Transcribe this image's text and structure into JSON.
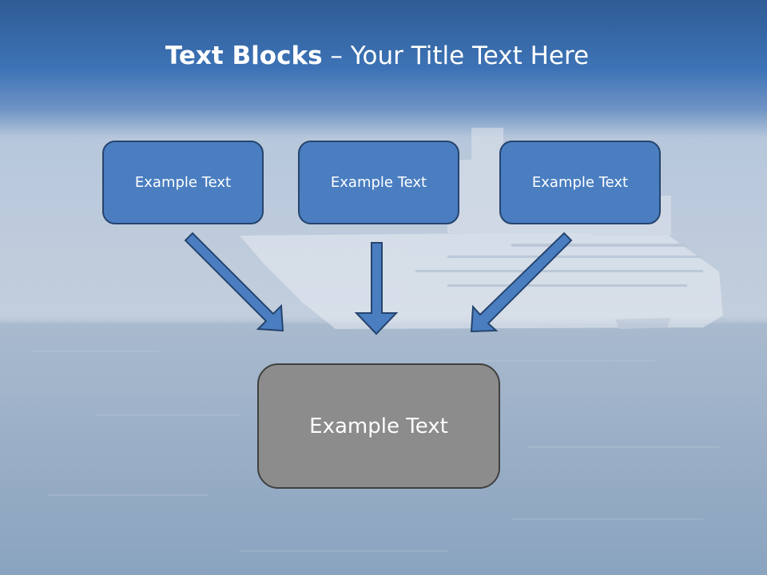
{
  "title": {
    "bold": "Text Blocks",
    "separator": " – ",
    "rest": "Your Title Text Here"
  },
  "boxes": {
    "top": [
      {
        "label": "Example Text"
      },
      {
        "label": "Example Text"
      },
      {
        "label": "Example Text"
      }
    ],
    "bottom": {
      "label": "Example Text"
    }
  },
  "colors": {
    "header_blue": "#3a6eb0",
    "box_blue": "#4a7ec1",
    "box_border": "#26446e",
    "arrow_fill": "#4a7ec1",
    "bottom_box": "#8c8c8c",
    "sea": "#8aa3bf"
  }
}
